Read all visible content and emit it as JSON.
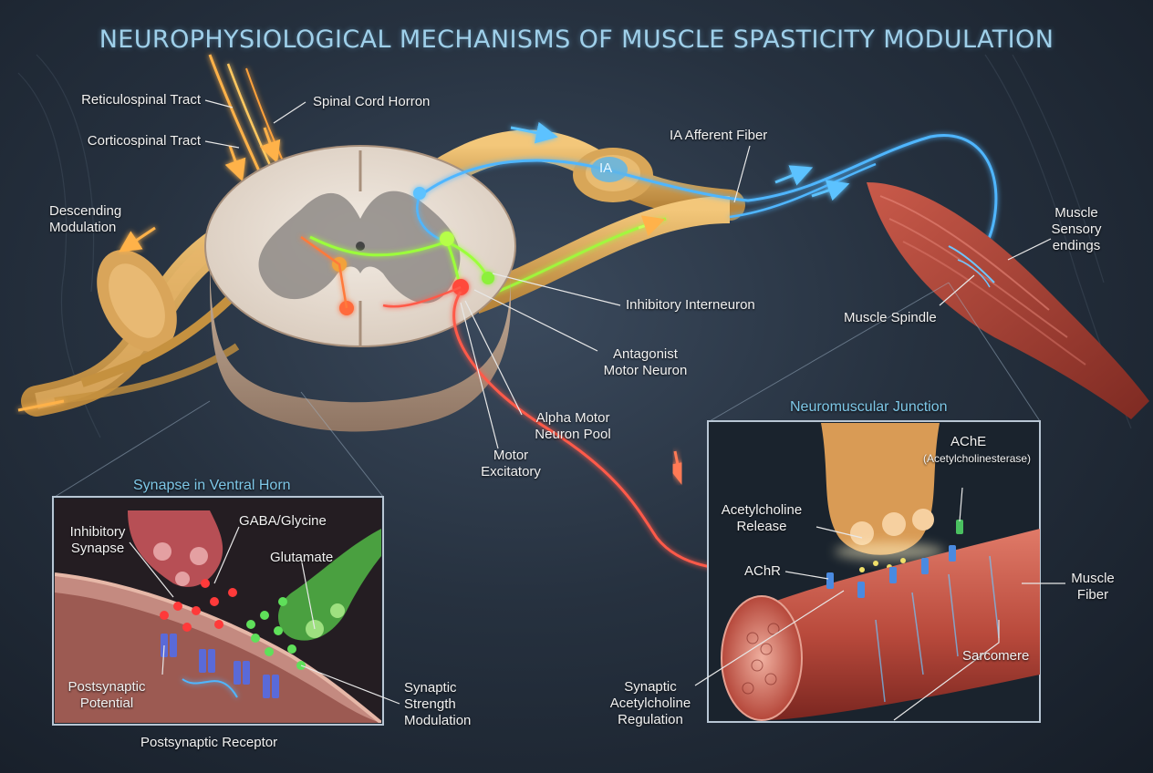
{
  "title": "NEUROPHYSIOLOGICAL MECHANISMS OF MUSCLE SPASTICITY MODULATION",
  "labels": {
    "reticulospinal": "Reticulospinal Tract",
    "corticospinal": "Corticospinal Tract",
    "spinal_cord_horron": "Spinal Cord Horron",
    "descending_modulation": "Descending\nModulation",
    "ia_afferent_fiber": "IA Afferent Fiber",
    "ia_badge": "IA",
    "muscle_sensory_endings": "Muscle\nSensory\nendings",
    "muscle_spindle": "Muscle Spindle",
    "inhibitory_interneuron": "Inhibitory Interneuron",
    "antagonist_motor_neuron": "Antagonist\nMotor Neuron",
    "alpha_motor_neuron_pool": "Alpha Motor\nNeuron Pool",
    "motor_excitatory": "Motor\nExcitatory"
  },
  "synapse_inset": {
    "title": "Synapse in Ventral Horn",
    "inhibitory_synapse": "Inhibitory\nSynapse",
    "gaba_glycine": "GABA/Glycine",
    "glutamate": "Glutamate",
    "postsynaptic_potential": "Postsynaptic\nPotential",
    "synaptic_strength_modulation": "Synaptic\nStrength\nModulation",
    "postsynaptic_receptor": "Postsynaptic Receptor"
  },
  "nmj_inset": {
    "title": "Neuromuscular Junction",
    "ache": "AChE",
    "ache_full": "(Acetylcholinesterase)",
    "acetylcholine_release": "Acetylcholine\nRelease",
    "achr": "AChR",
    "muscle_fiber": "Muscle\nFiber",
    "sarcomere": "Sarcomere",
    "synaptic_ach_regulation": "Synaptic\nAcetylcholine\nRegulation"
  },
  "colors": {
    "title": "#9fd0ea",
    "background": "#26313f",
    "afferent_blue": "#4fb6ff",
    "motor_red": "#ff5a4a",
    "inhibitory_green": "#9cff3a",
    "descending_orange": "#ffb24a",
    "inset_title": "#7ec8e8"
  }
}
